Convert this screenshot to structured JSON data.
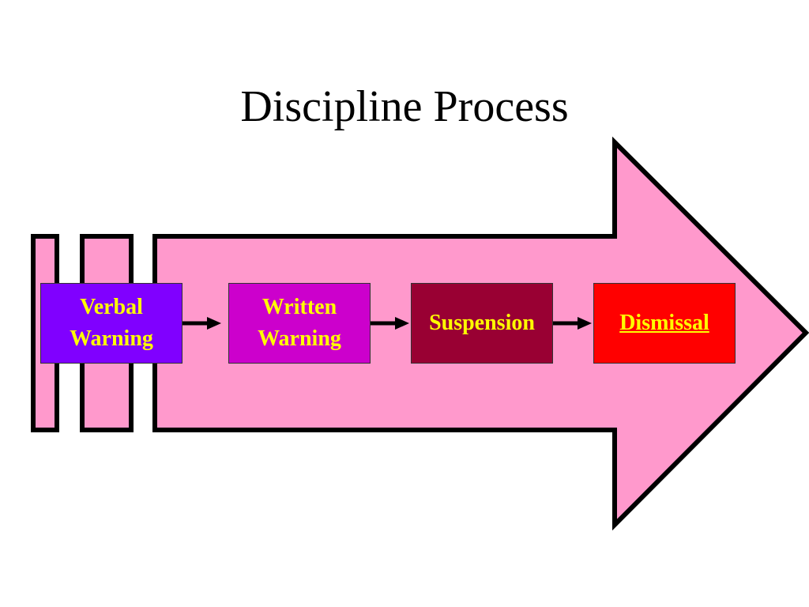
{
  "title": "Discipline Process",
  "steps": [
    {
      "label": "Verbal\nWarning",
      "color": "#8000ff"
    },
    {
      "label": "Written\nWarning",
      "color": "#cc00cc"
    },
    {
      "label": "Suspension",
      "color": "#990033"
    },
    {
      "label": "Dismissal",
      "color": "#ff0000",
      "underlined": true
    }
  ],
  "colors": {
    "arrow_fill": "#ff99cc",
    "outline": "#000000",
    "step_text": "#ffff00"
  }
}
